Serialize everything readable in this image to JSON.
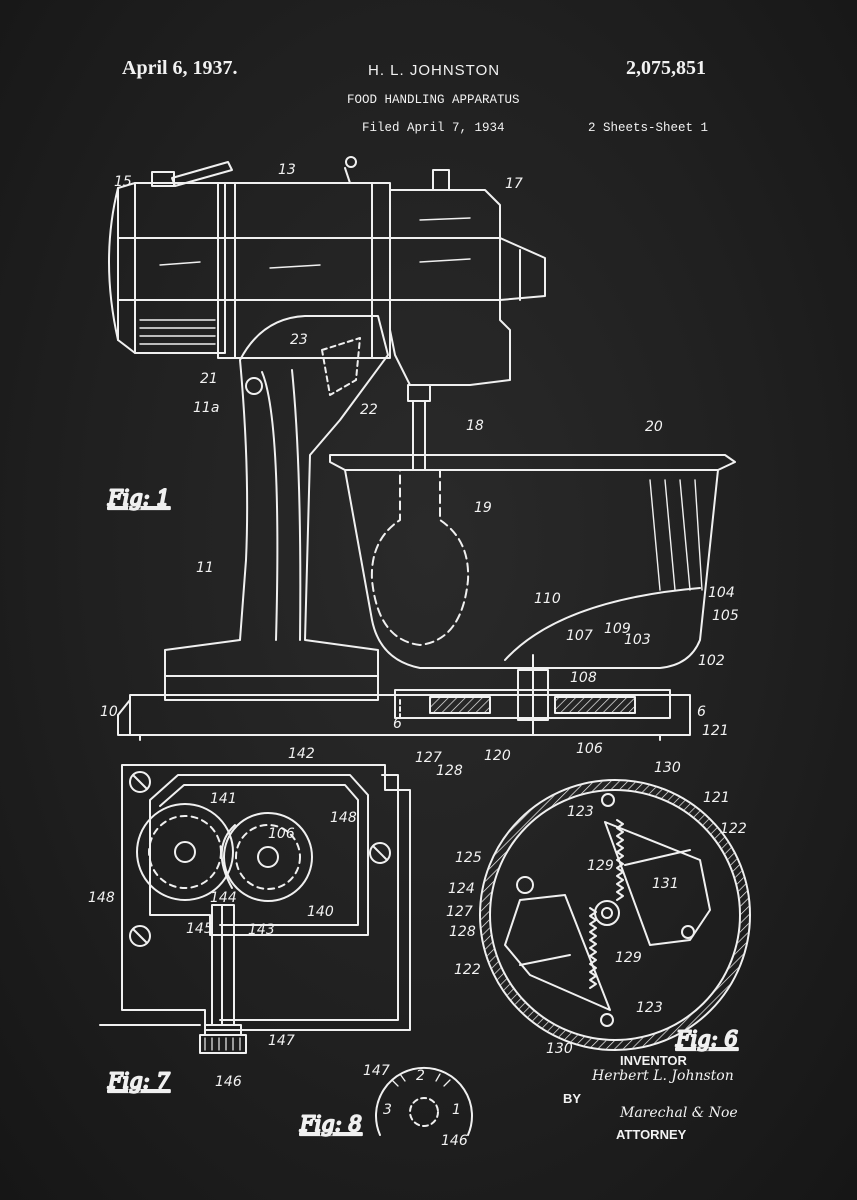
{
  "header": {
    "date": "April 6, 1937.",
    "inventor_name": "H. L. JOHNSTON",
    "patent_number": "2,075,851",
    "title": "FOOD HANDLING APPARATUS",
    "filed": "Filed April 7, 1934",
    "sheets": "2 Sheets-Sheet 1"
  },
  "figures": {
    "fig1": "Fig: 1",
    "fig6": "Fig: 6",
    "fig7": "Fig: 7",
    "fig8": "Fig: 8"
  },
  "reference_numerals": {
    "r15": "15",
    "r13": "13",
    "r17": "17",
    "r23": "23",
    "r21": "21",
    "r11a": "11a",
    "r22": "22",
    "r18": "18",
    "r20": "20",
    "r19": "19",
    "r11": "11",
    "r110": "110",
    "r104": "104",
    "r105": "105",
    "r107": "107",
    "r109": "109",
    "r103": "103",
    "r102": "102",
    "r108": "108",
    "r10": "10",
    "r6a": "6",
    "r6b": "6",
    "r121a": "121",
    "r127a": "127",
    "r128a": "128",
    "r120": "120",
    "r106a": "106",
    "r142": "142",
    "r141": "141",
    "r106b": "106",
    "r148a": "148",
    "r148b": "148",
    "r144": "144",
    "r140": "140",
    "r145": "145",
    "r143": "143",
    "r147a": "147",
    "r146a": "146",
    "r130a": "130",
    "r121b": "121",
    "r123a": "123",
    "r122a": "122",
    "r125": "125",
    "r124": "124",
    "r129a": "129",
    "r131": "131",
    "r127b": "127",
    "r128b": "128",
    "r122b": "122",
    "r129b": "129",
    "r123b": "123",
    "r130b": "130",
    "r147b": "147",
    "r146b": "146",
    "d1": "1",
    "d2": "2",
    "d3": "3"
  },
  "signature": {
    "inventor_label": "INVENTOR",
    "inventor_signature": "Herbert L. Johnston",
    "by_label": "BY",
    "attorney_signature": "Marechal & Noe",
    "attorney_label": "ATTORNEY"
  }
}
